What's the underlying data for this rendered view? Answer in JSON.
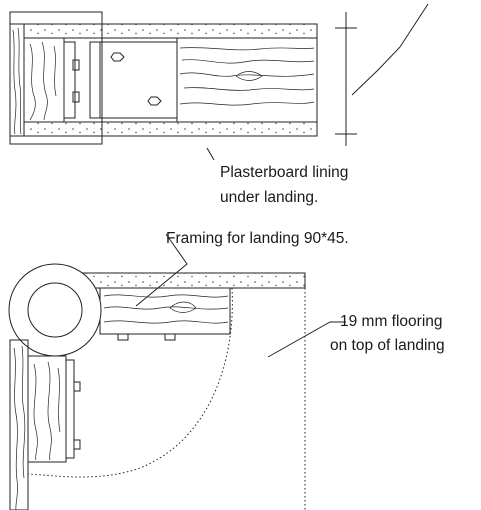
{
  "labels": {
    "plasterboard_line1": "Plasterboard lining",
    "plasterboard_line2": "under landing.",
    "framing": "Framing for landing 90*45.",
    "flooring_line1": "19 mm flooring",
    "flooring_line2": "on top of landing"
  }
}
